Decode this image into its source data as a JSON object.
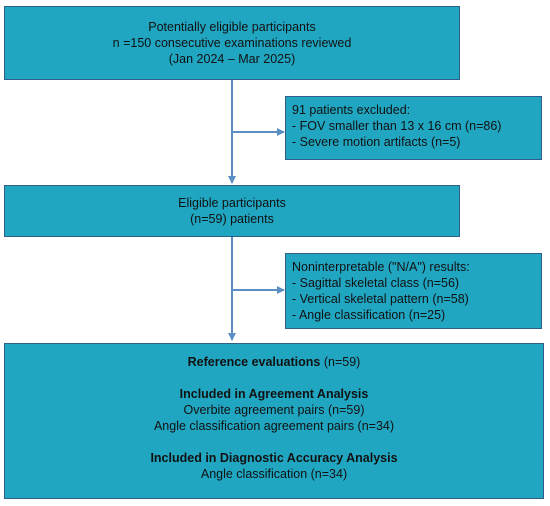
{
  "box1": {
    "line1": "Potentially eligible participants",
    "line2": "n =150 consecutive examinations reviewed",
    "line3": "(Jan 2024 – Mar 2025)"
  },
  "excluded": {
    "title": "91 patients excluded:",
    "items": [
      "- FOV smaller than 13 x 16 cm (n=86)",
      "- Severe motion artifacts (n=5)"
    ]
  },
  "box2": {
    "line1": "Eligible participants",
    "line2": "(n=59) patients"
  },
  "noninterp": {
    "title": "Noninterpretable (\"N/A\") results:",
    "items": [
      "- Sagittal skeletal class (n=56)",
      "- Vertical skeletal pattern (n=58)",
      "- Angle classification (n=25)"
    ]
  },
  "box3": {
    "ref_bold": "Reference evaluations",
    "ref_rest": " (n=59)",
    "agreement_title": "Included in Agreement Analysis",
    "agreement_items": [
      "Overbite agreement pairs (n=59)",
      "Angle classification agreement pairs (n=34)"
    ],
    "accuracy_title": "Included in Diagnostic Accuracy Analysis",
    "accuracy_items": [
      "Angle classification (n=34)"
    ]
  },
  "colors": {
    "box_fill": "#21a6c2",
    "box_border": "#2f5f8a",
    "arrow": "#5b8fc4"
  }
}
